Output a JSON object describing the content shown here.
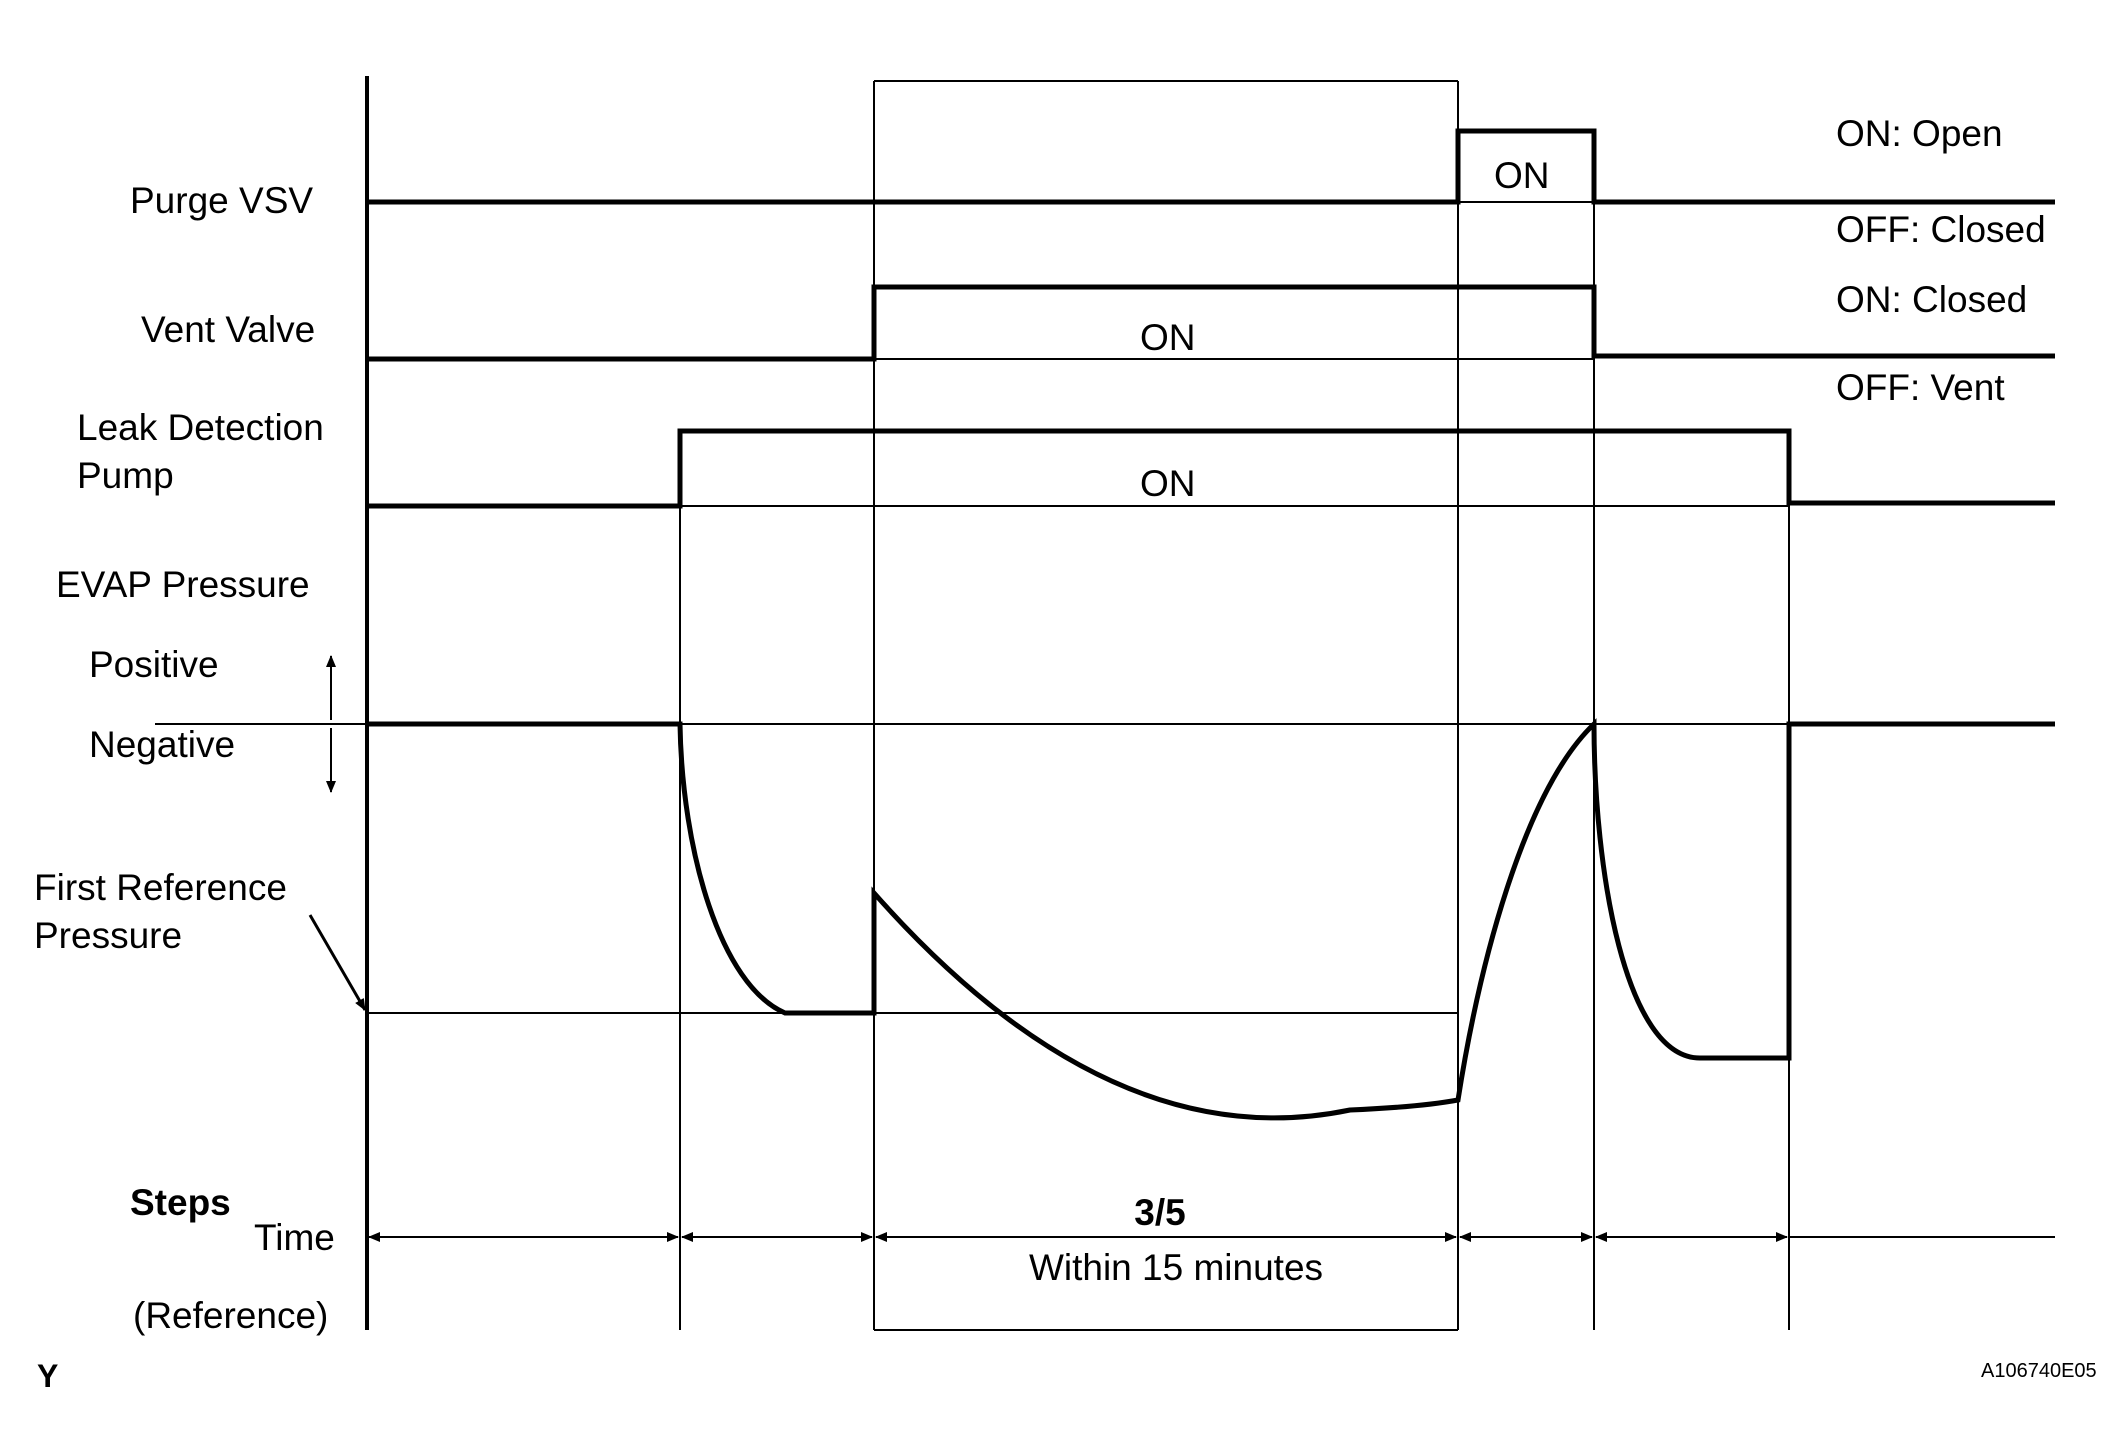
{
  "labels": {
    "purge_vsv": "Purge VSV",
    "vent_valve": "Vent Valve",
    "leak_pump_line1": "Leak Detection",
    "leak_pump_line2": "Pump",
    "evap_pressure": "EVAP Pressure",
    "positive": "Positive",
    "negative": "Negative",
    "first_ref_line1": "First Reference",
    "first_ref_line2": "Pressure",
    "steps": "Steps",
    "time": "Time",
    "reference": "(Reference)",
    "corner_mark": "Y",
    "figure_code": "A106740E05"
  },
  "states": {
    "purge_on": "ON",
    "vent_on": "ON",
    "pump_on": "ON",
    "purge_on_meaning": "ON: Open",
    "purge_off_meaning": "OFF: Closed",
    "vent_on_meaning": "ON: Closed",
    "vent_off_meaning": "OFF: Vent"
  },
  "steps": {
    "step_3_5_label": "3/5",
    "step_3_5_time": "Within 15 minutes"
  }
}
